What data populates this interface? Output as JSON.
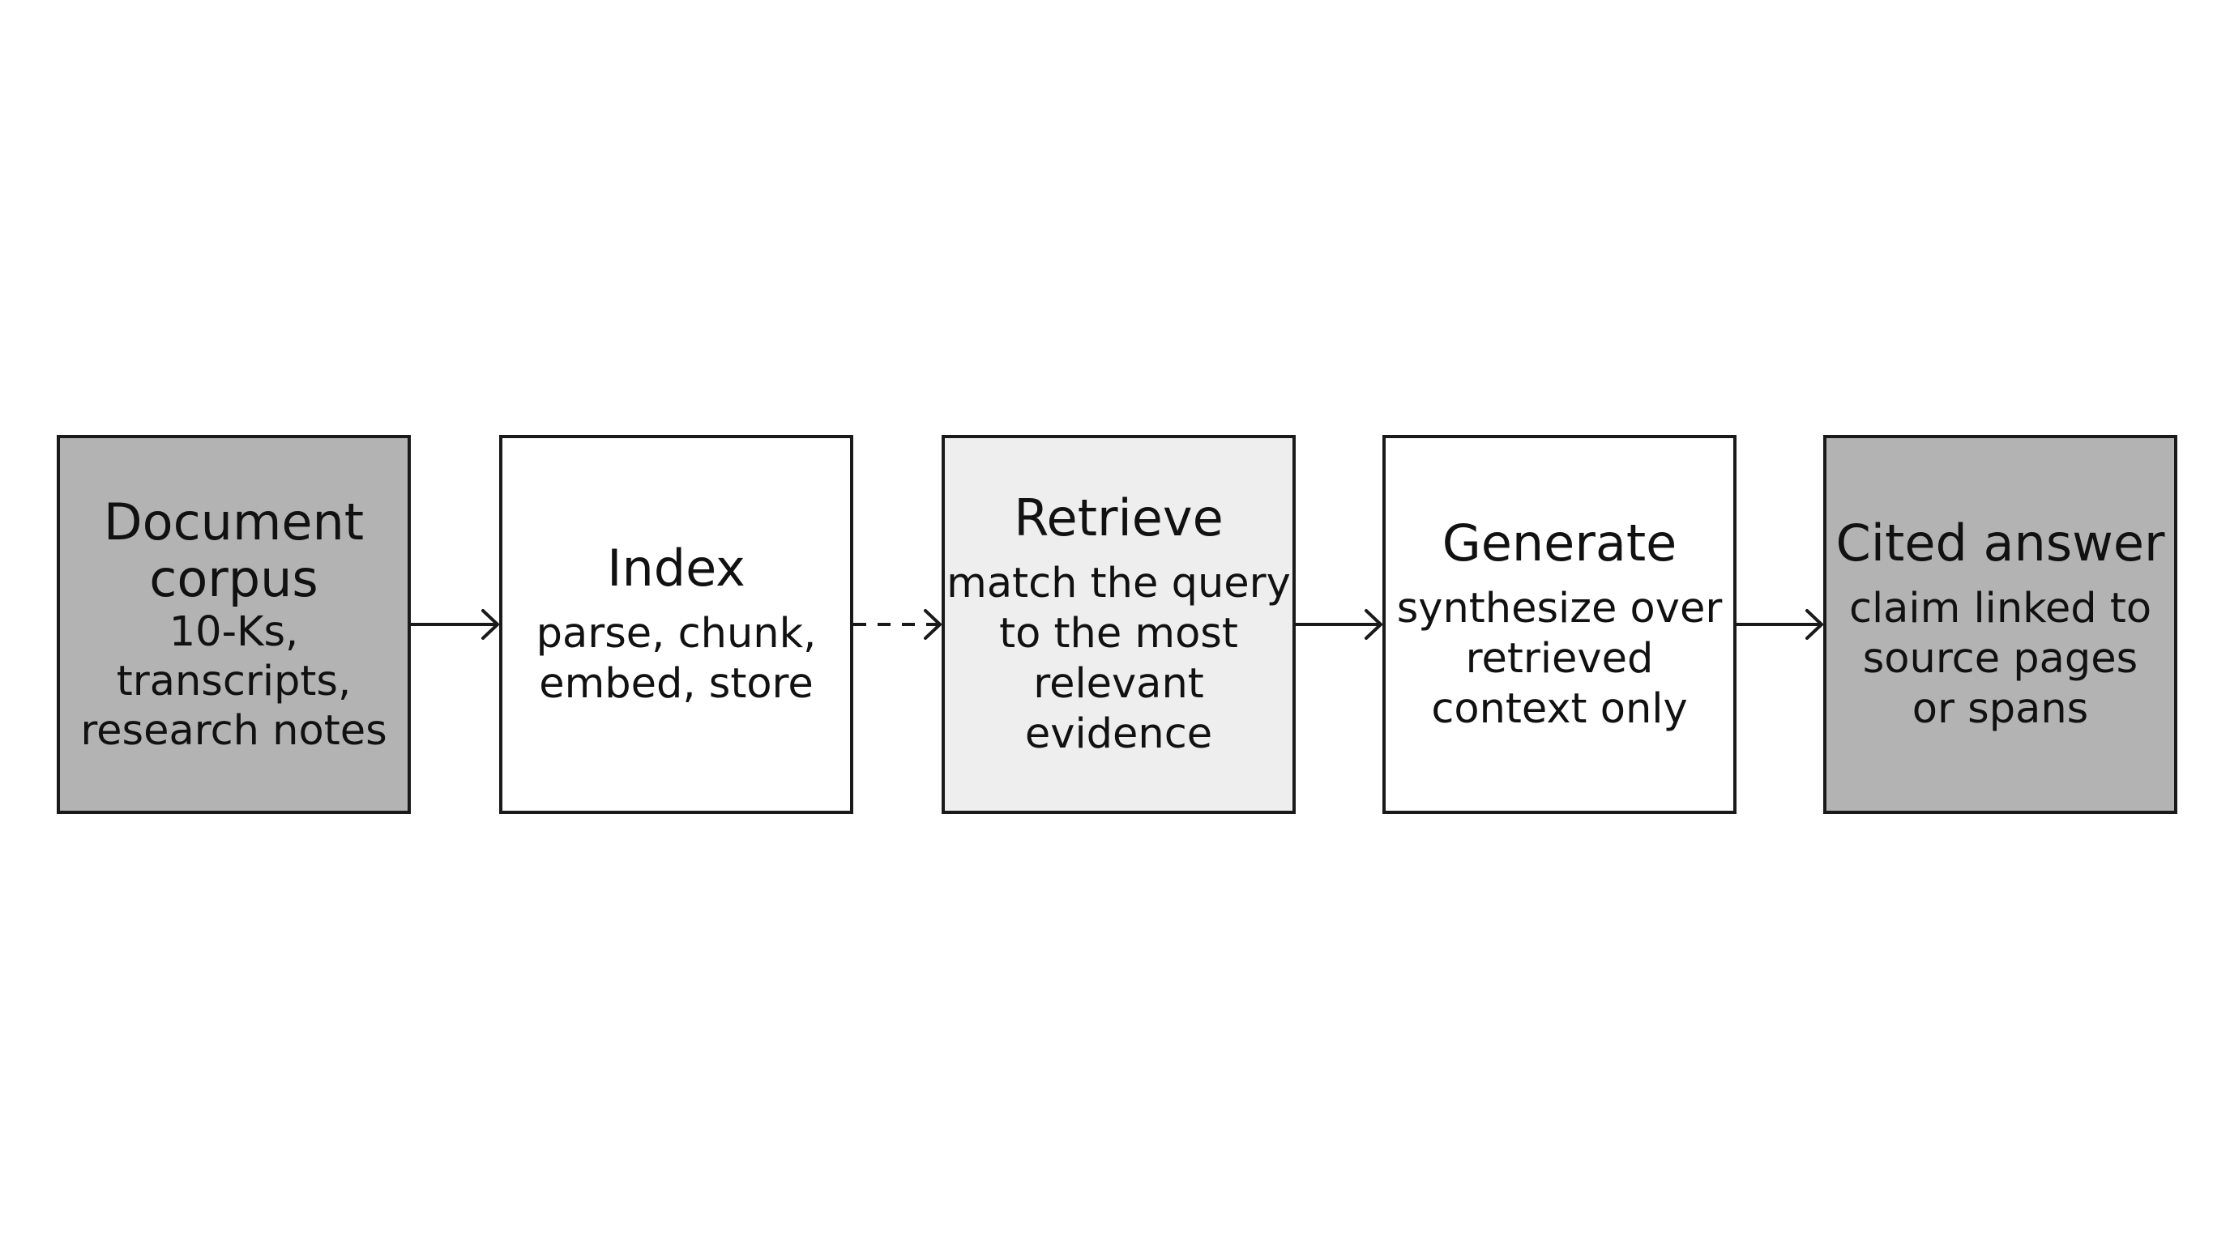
{
  "colors": {
    "background": "#ffffff",
    "stroke": "#1a1a1a",
    "source_fill": "#b3b3b3",
    "default_fill": "#ffffff",
    "highlight_fill": "#eeeeee",
    "output_fill": "#b3b3b3"
  },
  "steps": [
    {
      "title": "Document\ncorpus",
      "desc": "10-Ks,\ntranscripts,\nresearch notes",
      "fill": "#b3b3b3"
    },
    {
      "title": "Index",
      "desc": "parse, chunk,\nembed, store",
      "fill": "#ffffff"
    },
    {
      "title": "Retrieve",
      "desc": "match the query\nto the most\nrelevant evidence",
      "fill": "#eeeeee"
    },
    {
      "title": "Generate",
      "desc": "synthesize over\nretrieved\ncontext only",
      "fill": "#ffffff"
    },
    {
      "title": "Cited answer",
      "desc": "claim linked to\nsource pages\nor spans",
      "fill": "#b3b3b3"
    }
  ],
  "connectors": [
    {
      "from": 0,
      "to": 1,
      "style": "solid"
    },
    {
      "from": 1,
      "to": 2,
      "style": "dashed"
    },
    {
      "from": 2,
      "to": 3,
      "style": "solid"
    },
    {
      "from": 3,
      "to": 4,
      "style": "solid"
    }
  ]
}
